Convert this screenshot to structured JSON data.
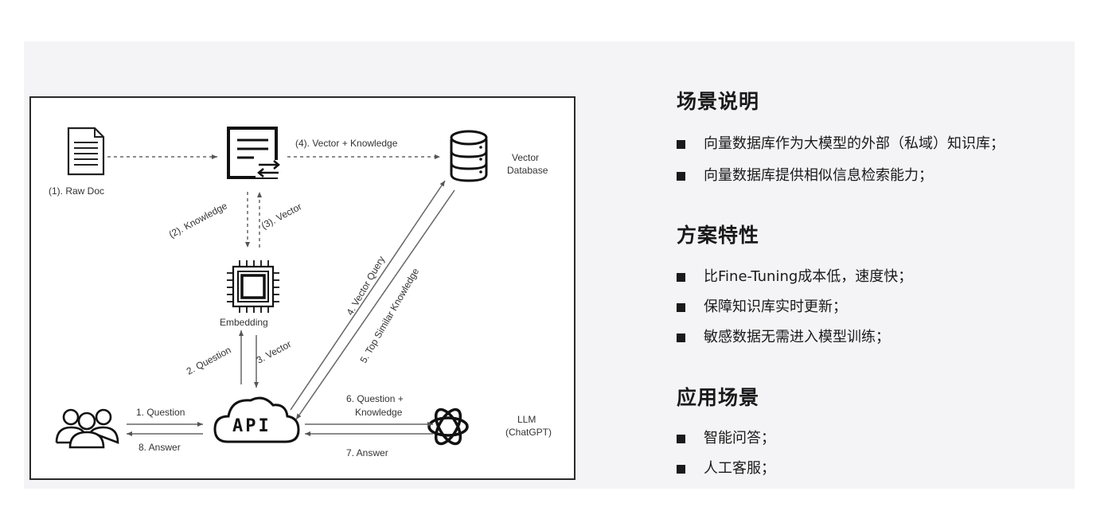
{
  "diagram": {
    "nodes": {
      "raw_doc": "(1). Raw Doc",
      "vector_db_line1": "Vector",
      "vector_db_line2": "Database",
      "embedding": "Embedding",
      "api": "API",
      "llm_line1": "LLM",
      "llm_line2": "(ChatGPT)"
    },
    "edges": {
      "e4_vector_knowledge": "(4). Vector + Knowledge",
      "e2_knowledge": "(2). Knowledge",
      "e3_vector": "(3). Vector",
      "q4_vector_query": "4. Vector Query",
      "q5_top_similar": "5. Top Similar Knowledge",
      "q2_question": "2. Question",
      "q3_vector": "3. Vector",
      "q1_question": "1. Question",
      "q8_answer": "8. Answer",
      "q6_line1": "6. Question +",
      "q6_line2": "Knowledge",
      "q7_answer": "7. Answer"
    }
  },
  "sections": [
    {
      "title": "场景说明",
      "items": [
        "向量数据库作为大模型的外部（私域）知识库；",
        "向量数据库提供相似信息检索能力；"
      ]
    },
    {
      "title": "方案特性",
      "items": [
        "比Fine-Tuning成本低，速度快；",
        "保障知识库实时更新；",
        "敏感数据无需进入模型训练；"
      ]
    },
    {
      "title": "应用场景",
      "items": [
        "智能问答；",
        "人工客服；"
      ]
    }
  ]
}
